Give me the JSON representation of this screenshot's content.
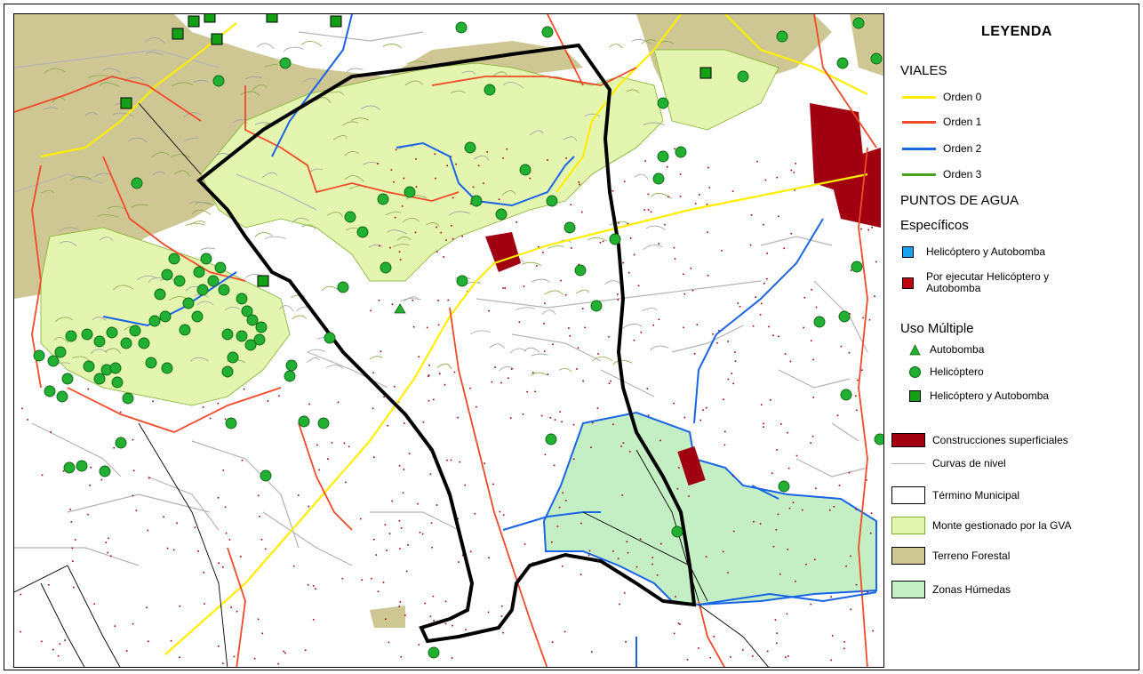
{
  "legend": {
    "title": "LEYENDA",
    "viales_header": "VIALES",
    "roads": [
      {
        "label": "Orden 0",
        "color": "#ffee00"
      },
      {
        "label": "Orden 1",
        "color": "#f04a2a"
      },
      {
        "label": "Orden 2",
        "color": "#1a64e6"
      },
      {
        "label": "Orden 3",
        "color": "#4aa01e"
      }
    ],
    "water_header": "PUNTOS DE AGUA",
    "specific_header": "Específicos",
    "specific_items": [
      {
        "label": "Helicóptero y Autobomba",
        "color": "#1aa0f0"
      },
      {
        "label": "Por ejecutar Helicóptero y Autobomba",
        "color": "#c00010"
      }
    ],
    "multiple_header": "Uso Múltiple",
    "multiple_items": [
      {
        "label": "Autobomba",
        "icon": "triangle-icon"
      },
      {
        "label": "Helicóptero",
        "icon": "circle-icon"
      },
      {
        "label": "Helicóptero y Autobomba",
        "icon": "square-icon"
      }
    ],
    "layers": [
      {
        "label": "Construcciones superficiales",
        "color": "#a00010"
      },
      {
        "label": "Curvas de nivel",
        "color": "#b4b4b4"
      },
      {
        "label": "Término Municipal",
        "color": "#ffffff"
      },
      {
        "label": "Monte gestionado por la GVA",
        "color": "#e4f5b0"
      },
      {
        "label": "Terreno Forestal",
        "color": "#cec794"
      },
      {
        "label": "Zonas Húmedas",
        "color": "#c4efc4"
      }
    ]
  },
  "colors": {
    "circle_fill": "#22b033",
    "square_fill": "#14a014",
    "municipal_border": "#000000"
  }
}
